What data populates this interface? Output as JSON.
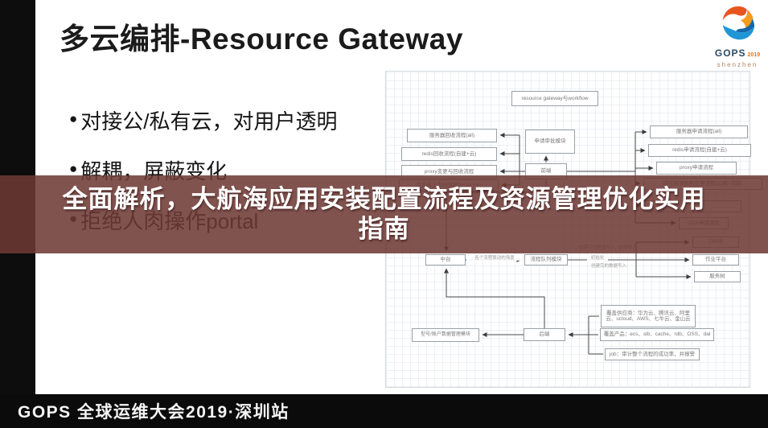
{
  "slide": {
    "title": "多云编排-Resource Gateway",
    "bullet_char": "●",
    "bullets": [
      "对接公/私有云，对用户透明",
      "解耦，屏蔽变化",
      "拒绝人肉操作portal"
    ]
  },
  "overlay": {
    "line1": "全面解析，大航海应用安装配置流程及资源管理优化实用",
    "line2": "指南",
    "bg_color": "#6e3935"
  },
  "footer": {
    "label": "GOPS 全球运维大会2019·深圳站"
  },
  "logo": {
    "brand": "GOPS",
    "year": "2019",
    "city": "shenzhen"
  },
  "diagram": {
    "header_box": "resource gateway与workflow",
    "recycle_flows": [
      "服务器回收流程(all)",
      "redis回收流程(自建+云)",
      "proxy变更与回收流程",
      "白名单上下线流程(proxy+lb)"
    ],
    "apply_flows": [
      "服务器申请流程(all)",
      "redis申请流程(自建+云)",
      "proxy申请流程",
      "域名申请解析变更流程(公网+内网)",
      "",
      "OSS申请流程"
    ],
    "approval_box": "申请审批模块",
    "frontend_box": "前端",
    "midplatform_box": "中台",
    "queue_box": "流程队列模块",
    "backend_box": "后端",
    "account_box": "型号/账户数据管理模块",
    "outputs": [
      "CMDB",
      "作业平台",
      "服务树"
    ],
    "edge_labels": {
      "scene": "各个流程联动的场景",
      "cmdb_write": "创建完的数据写入，修改状态",
      "init": "初始化",
      "tree_write": "创建完的数据写入"
    },
    "notes": [
      "覆盖供应商：华为云、腾讯云、阿里云、ucloud、AWS、七牛云、金山云",
      "覆盖产品：ecs、slb、cache、rdb、OSS、dal",
      "job：审计整个流程的成功率，并报警"
    ]
  }
}
